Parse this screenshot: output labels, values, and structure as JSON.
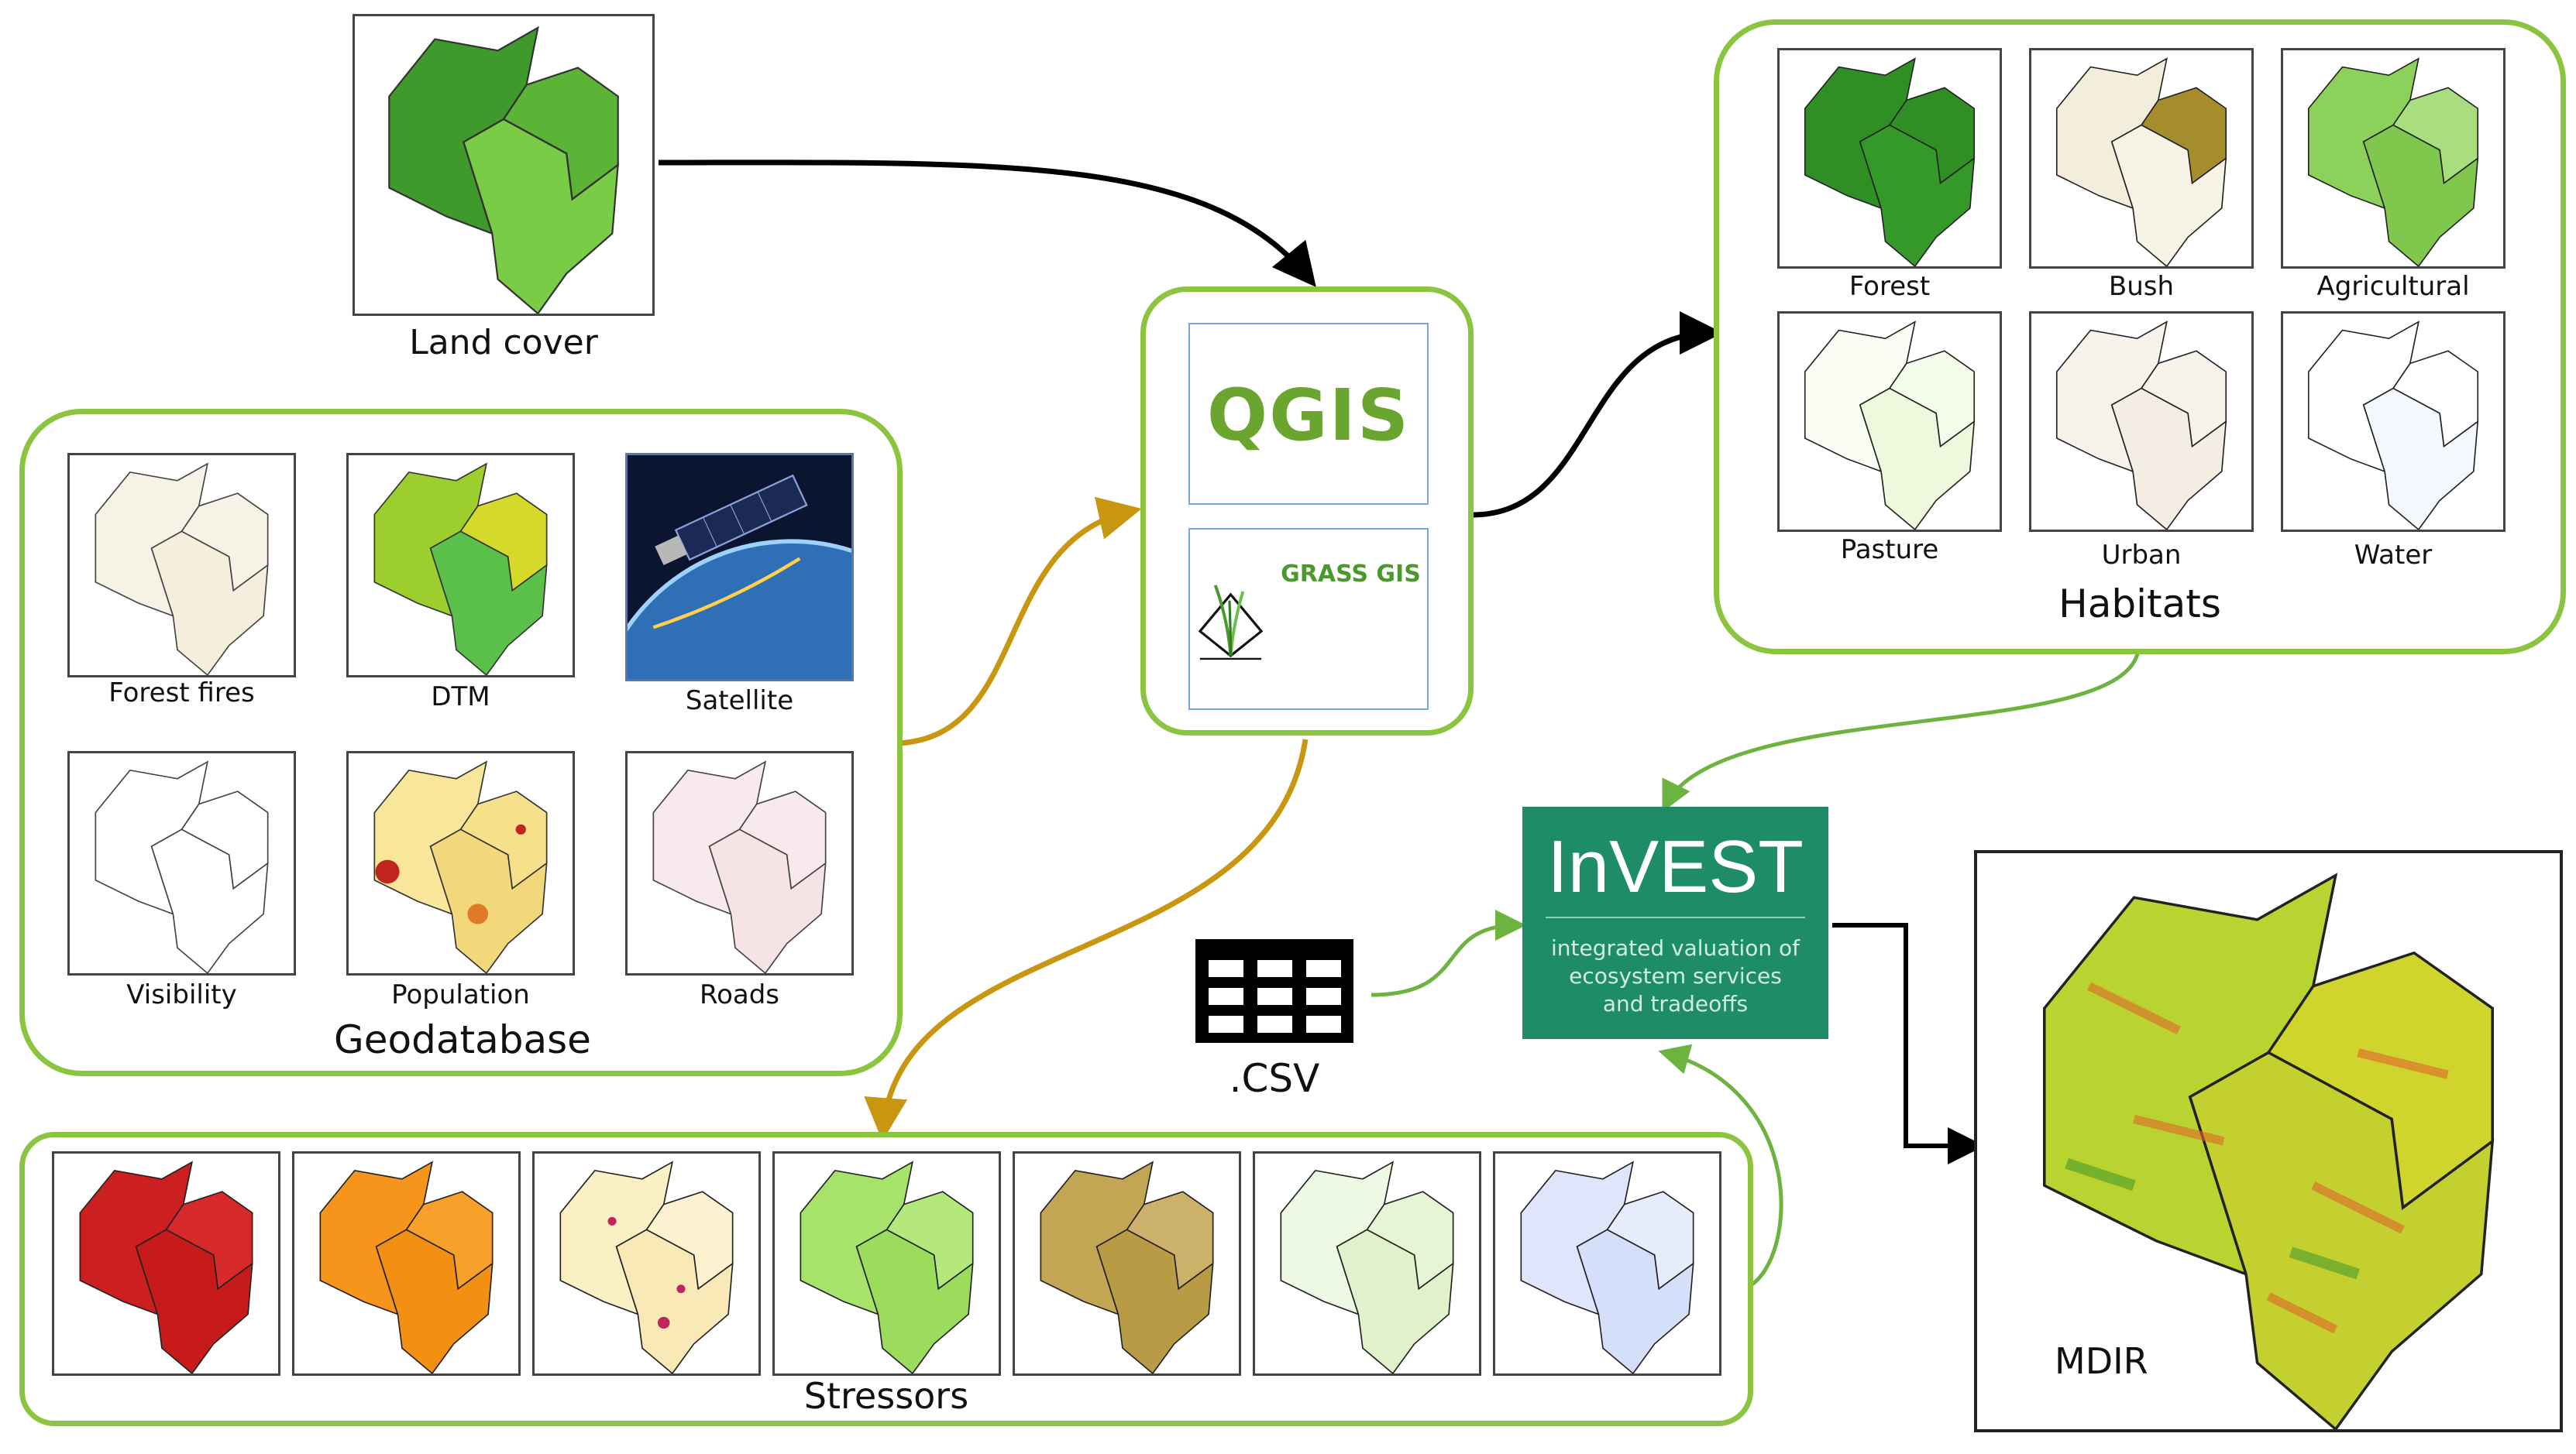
{
  "land_cover": {
    "label": "Land cover"
  },
  "geodatabase": {
    "title": "Geodatabase",
    "items": [
      {
        "label": "Forest fires"
      },
      {
        "label": "DTM"
      },
      {
        "label": "Satellite"
      },
      {
        "label": "Visibility"
      },
      {
        "label": "Population"
      },
      {
        "label": "Roads"
      }
    ]
  },
  "processing": {
    "qgis": "QGIS",
    "grass": "GRASS GIS"
  },
  "habitats": {
    "title": "Habitats",
    "items": [
      {
        "label": "Forest"
      },
      {
        "label": "Bush"
      },
      {
        "label": "Agricultural"
      },
      {
        "label": "Pasture"
      },
      {
        "label": "Urban"
      },
      {
        "label": "Water"
      }
    ]
  },
  "invest": {
    "title": "InVEST",
    "subtitle_lines": [
      "integrated valuation of",
      "ecosystem services",
      "and tradeoffs"
    ],
    "color": "#1e8c68"
  },
  "csv": {
    "label": ".CSV"
  },
  "stressors": {
    "title": "Stressors"
  },
  "result": {
    "label": "MDIR"
  },
  "colors": {
    "group_border": "#8bc53f",
    "qgis_to_habitat_arrow": "#000000",
    "gold_arrow": "#c8960f",
    "green_arrow": "#6db33f"
  }
}
